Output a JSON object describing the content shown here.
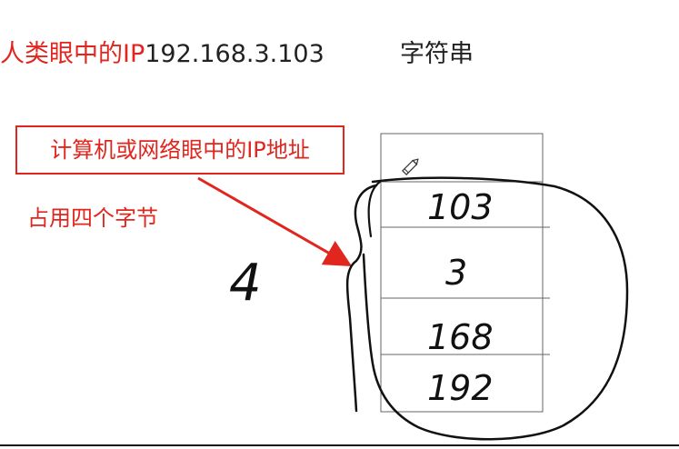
{
  "header": {
    "human_view_label": "人类眼中的IP",
    "ip_value": "192.168.3.103",
    "string_label": "字符串"
  },
  "callout": {
    "label": "计算机或网络眼中的IP地址",
    "note": "占用四个字节"
  },
  "handwritten_count": "4",
  "memory_cells": [
    "",
    "103",
    "3",
    "168",
    "192"
  ],
  "colors": {
    "accent_red": "#e0261e",
    "ink": "#111111",
    "grid_line": "#666666"
  },
  "icons": [
    "pencil-icon"
  ]
}
